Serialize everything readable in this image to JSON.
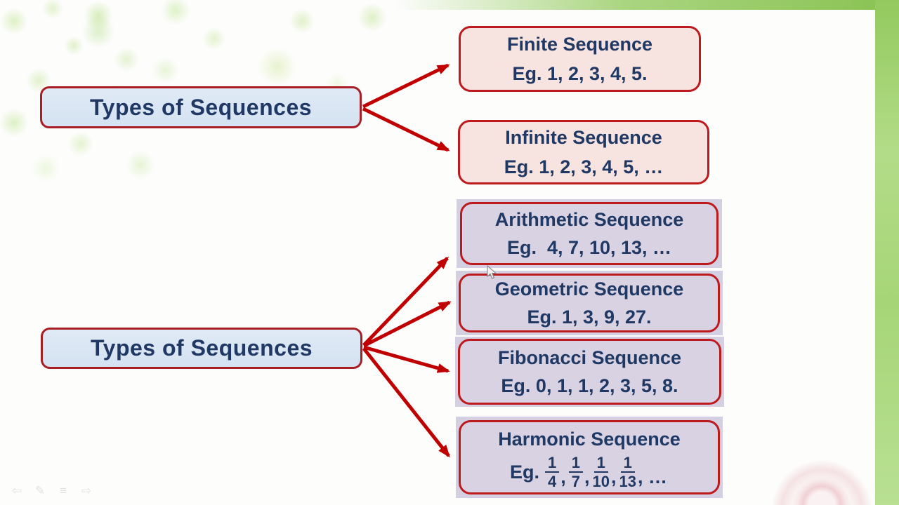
{
  "colors": {
    "arrow_red": "#c00000",
    "border_red": "#bd1a1e",
    "blue_node_border": "#a81e24",
    "navy_text": "#1f3864",
    "blue_fill": "#d9e6f4",
    "pink_fill": "#f7e4e0",
    "lavender_fill": "#d8d2e3",
    "background_green": "#a6d577"
  },
  "nodes": {
    "types_top": {
      "label": "Types of Sequences"
    },
    "types_bottom": {
      "label": "Types of Sequences"
    }
  },
  "boxes": {
    "finite": {
      "title": "Finite Sequence",
      "example": "Eg. 1, 2, 3, 4, 5."
    },
    "infinite": {
      "title": "Infinite Sequence",
      "example": "Eg. 1, 2, 3, 4, 5, …"
    },
    "arithmetic": {
      "title": "Arithmetic Sequence",
      "example": "Eg.  4, 7, 10, 13, …"
    },
    "geometric": {
      "title": "Geometric Sequence",
      "example": "Eg. 1, 3, 9, 27."
    },
    "fibonacci": {
      "title": "Fibonacci Sequence",
      "example": "Eg. 0, 1, 1, 2, 3, 5, 8."
    },
    "harmonic": {
      "title": "Harmonic Sequence",
      "example_prefix": "Eg.",
      "fractions": [
        {
          "num": "1",
          "den": "4"
        },
        {
          "num": "1",
          "den": "7"
        },
        {
          "num": "1",
          "den": "10"
        },
        {
          "num": "1",
          "den": "13"
        }
      ],
      "separator": ",",
      "example_suffix": ", …"
    }
  },
  "toolbar": {
    "icons": [
      {
        "name": "previous-slide",
        "glyph": "⇦"
      },
      {
        "name": "pen-tool",
        "glyph": "✎"
      },
      {
        "name": "slide-menu",
        "glyph": "≡"
      },
      {
        "name": "next-slide",
        "glyph": "⇨"
      }
    ]
  }
}
